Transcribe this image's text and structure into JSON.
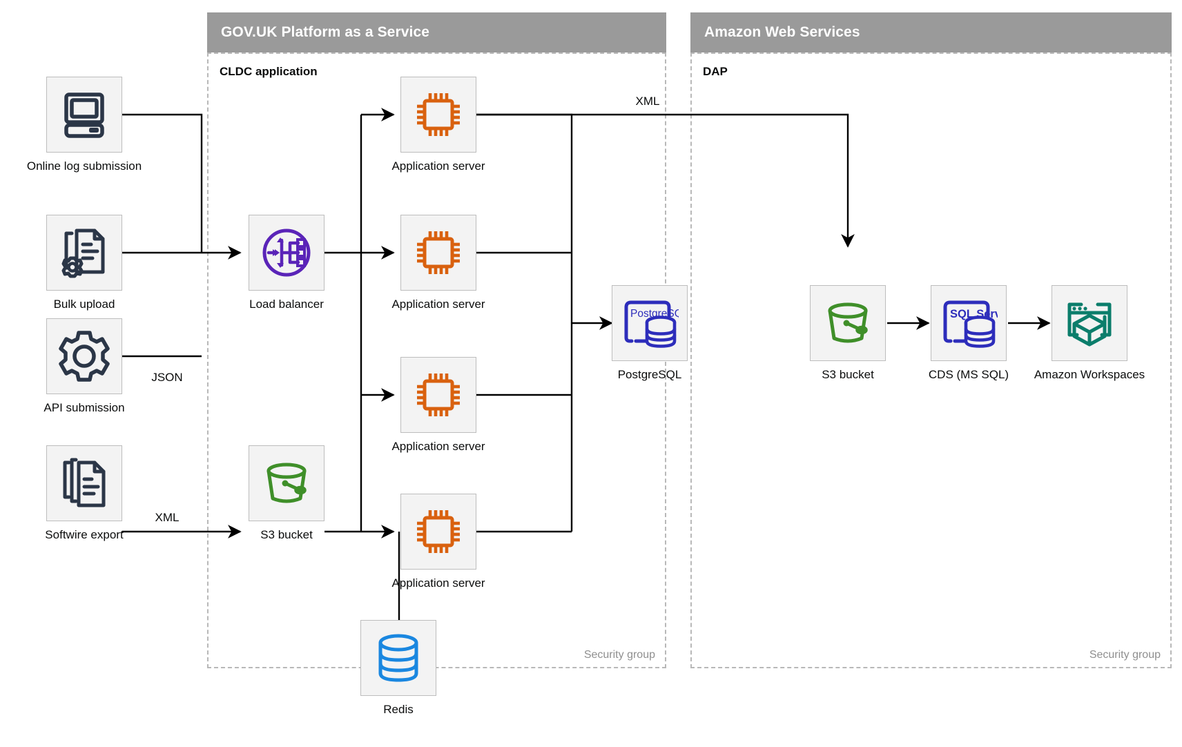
{
  "zones": [
    {
      "id": "paas",
      "title": "GOV.UK Platform as a Service",
      "subzone": "CLDC application",
      "security_label": "Security group"
    },
    {
      "id": "aws",
      "title": "Amazon Web Services",
      "subzone": "DAP",
      "security_label": "Security group"
    }
  ],
  "nodes": [
    {
      "id": "online-log-submission",
      "label": "Online log submission",
      "icon": "computer-icon"
    },
    {
      "id": "bulk-upload",
      "label": "Bulk upload",
      "icon": "document-gear-icon"
    },
    {
      "id": "api-submission",
      "label": "API submission",
      "icon": "gear-icon"
    },
    {
      "id": "softwire-export",
      "label": "Softwire export",
      "icon": "documents-stack-icon"
    },
    {
      "id": "load-balancer",
      "label": "Load balancer",
      "icon": "load-balancer-icon"
    },
    {
      "id": "s3-bucket-paas",
      "label": "S3 bucket",
      "icon": "bucket-icon"
    },
    {
      "id": "app-server-1",
      "label": "Application server",
      "icon": "cpu-icon"
    },
    {
      "id": "app-server-2",
      "label": "Application server",
      "icon": "cpu-icon"
    },
    {
      "id": "app-server-3",
      "label": "Application server",
      "icon": "cpu-icon"
    },
    {
      "id": "app-server-4",
      "label": "Application server",
      "icon": "cpu-icon"
    },
    {
      "id": "redis",
      "label": "Redis",
      "icon": "database-icon"
    },
    {
      "id": "postgresql",
      "label": "PostgreSQL",
      "icon": "postgresql-icon",
      "icon_text": "PostgreSQL"
    },
    {
      "id": "s3-bucket-aws",
      "label": "S3 bucket",
      "icon": "bucket-icon"
    },
    {
      "id": "cds-ms-sql",
      "label": "CDS (MS SQL)",
      "icon": "sqlserver-icon",
      "icon_text": "SQL Server"
    },
    {
      "id": "amazon-workspaces",
      "label": "Amazon Workspaces",
      "icon": "workspaces-icon"
    }
  ],
  "edge_labels": [
    {
      "id": "json-label",
      "text": "JSON"
    },
    {
      "id": "xml-source-label",
      "text": "XML"
    },
    {
      "id": "xml-export-label",
      "text": "XML"
    }
  ],
  "colors": {
    "zone_header_bg": "#9a9a9a",
    "zone_header_text": "#ffffff",
    "node_bg": "#f3f3f3",
    "node_border": "#bdbdbd",
    "dashed_border": "#b8b8b8",
    "wire": "#000000",
    "icon_dark": "#2b3647",
    "icon_orange": "#d9610f",
    "icon_purple": "#5a24b8",
    "icon_blue": "#2d2dbb",
    "icon_green": "#3f8f29",
    "icon_teal": "#0b7d6b",
    "icon_redis_blue": "#1a87e0",
    "security_label": "#8f8f8f"
  }
}
